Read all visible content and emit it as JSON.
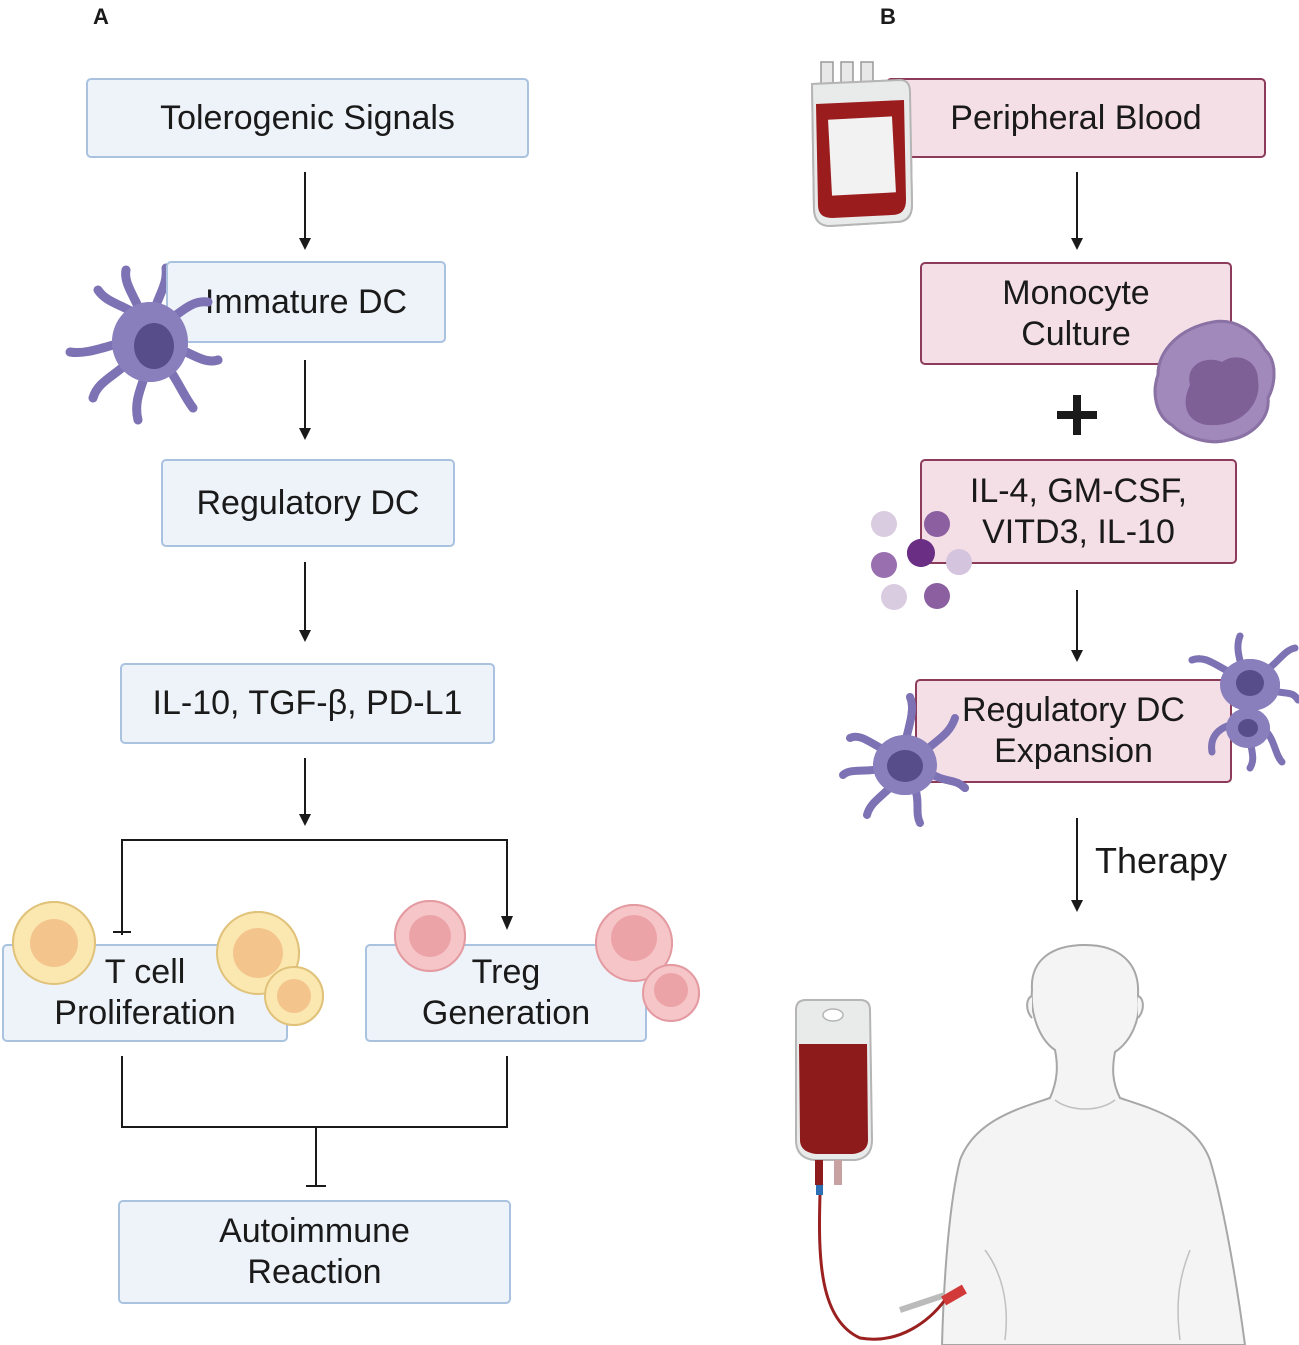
{
  "panels": {
    "a": "A",
    "b": "B"
  },
  "panel_a": {
    "tolerogenic": "Tolerogenic Signals",
    "immature_dc": "Immature DC",
    "regulatory_dc": "Regulatory DC",
    "mediators": "IL-10, TGF-β, PD-L1",
    "tcell": [
      "T cell",
      "Proliferation"
    ],
    "treg": [
      "Treg",
      "Generation"
    ],
    "autoimmune": [
      "Autoimmune",
      "Reaction"
    ]
  },
  "panel_b": {
    "peripheral_blood": "Peripheral Blood",
    "monocyte": [
      "Monocyte",
      "Culture"
    ],
    "plus": "+",
    "cytokines": [
      "IL-4, GM-CSF,",
      "VITD3, IL-10"
    ],
    "expansion": [
      "Regulatory DC",
      "Expansion"
    ],
    "therapy": "Therapy"
  },
  "colors": {
    "blue_fill": "#eef3f9",
    "blue_border": "#a9c2e0",
    "pink_fill": "#f5dfe7",
    "pink_border": "#8c3b5a",
    "dc_cell": "#8a7fbd",
    "tcell": "#f6cf93",
    "treg": "#f2a8ad",
    "blood": "#8e1b1b"
  }
}
